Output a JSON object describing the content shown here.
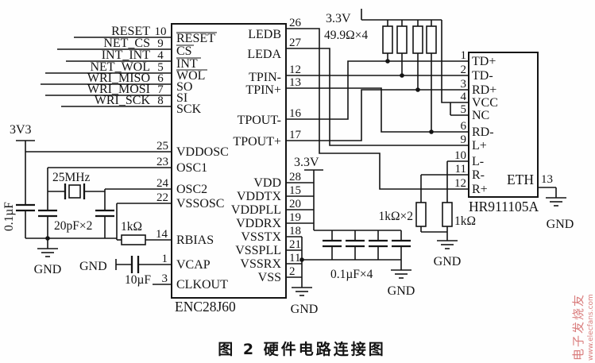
{
  "caption": "图 2  硬件电路连接图",
  "rails": {
    "v3v3": "3V3",
    "v33_top": "3.3V",
    "v33_mid": "3.3V",
    "gnd": "GND"
  },
  "enc": {
    "name": "ENC28J60",
    "spi_pins": [
      {
        "signal": "RESET",
        "num": "10",
        "pin": "RESET"
      },
      {
        "signal": "NET_CS",
        "num": "9",
        "pin": "CS"
      },
      {
        "signal": "INT_INT",
        "num": "4",
        "pin": "INT"
      },
      {
        "signal": "NET_WOL",
        "num": "5",
        "pin": "WOL"
      },
      {
        "signal": "WRI_MISO",
        "num": "6",
        "pin": "SO"
      },
      {
        "signal": "WRI_MOSI",
        "num": "7",
        "pin": "SI"
      },
      {
        "signal": "WRI_SCK",
        "num": "8",
        "pin": "SCK"
      }
    ],
    "osc_pins": [
      {
        "num": "25",
        "pin": "VDDOSC"
      },
      {
        "num": "23",
        "pin": "OSC1"
      },
      {
        "num": "24",
        "pin": "OSC2"
      },
      {
        "num": "22",
        "pin": "VSSOSC"
      },
      {
        "num": "14",
        "pin": "RBIAS"
      },
      {
        "num": "1",
        "pin": "VCAP"
      },
      {
        "num": "3",
        "pin": "CLKOUT"
      }
    ],
    "phy_pins": [
      {
        "num": "26",
        "pin": "LEDB"
      },
      {
        "num": "27",
        "pin": "LEDA"
      },
      {
        "num": "12",
        "pin": "TPIN-"
      },
      {
        "num": "13",
        "pin": "TPIN+"
      },
      {
        "num": "16",
        "pin": "TPOUT-"
      },
      {
        "num": "17",
        "pin": "TPOUT+"
      }
    ],
    "power_pins": [
      {
        "num": "28",
        "pin": "VDD"
      },
      {
        "num": "15",
        "pin": "VDDTX"
      },
      {
        "num": "20",
        "pin": "VDDPLL"
      },
      {
        "num": "19",
        "pin": "VDDRX"
      },
      {
        "num": "18",
        "pin": "VSSTX"
      },
      {
        "num": "21",
        "pin": "VSSPLL"
      },
      {
        "num": "11",
        "pin": "VSSRX"
      },
      {
        "num": "2",
        "pin": "VSS"
      }
    ]
  },
  "eth": {
    "name": "ETH",
    "part": "HR911105A",
    "gnd_pin": {
      "num": "13"
    },
    "pins": [
      {
        "num": "1",
        "label": "TD+"
      },
      {
        "num": "2",
        "label": "TD-"
      },
      {
        "num": "3",
        "label": "RD+"
      },
      {
        "num": "4",
        "label": "VCC"
      },
      {
        "num": "5",
        "label": "NC"
      },
      {
        "num": "6",
        "label": "RD-"
      },
      {
        "num": "9",
        "label": "L+"
      },
      {
        "num": "10",
        "label": "L-"
      },
      {
        "num": "11",
        "label": "R-"
      },
      {
        "num": "12",
        "label": "R+"
      }
    ]
  },
  "components": {
    "crystal": "25MHz",
    "crystal_caps": "20pF×2",
    "bias_resistor": "1kΩ",
    "supply_cap": "0.1µF",
    "vcap_cap": "10µF",
    "pull_resistors": "49.9Ω×4",
    "decoupling_caps": "0.1µF×4",
    "led_resistor_pair": "1kΩ×2",
    "led_resistor": "1kΩ"
  },
  "watermark": {
    "brand": "电子发烧友",
    "site": "www.elecfans.com"
  }
}
